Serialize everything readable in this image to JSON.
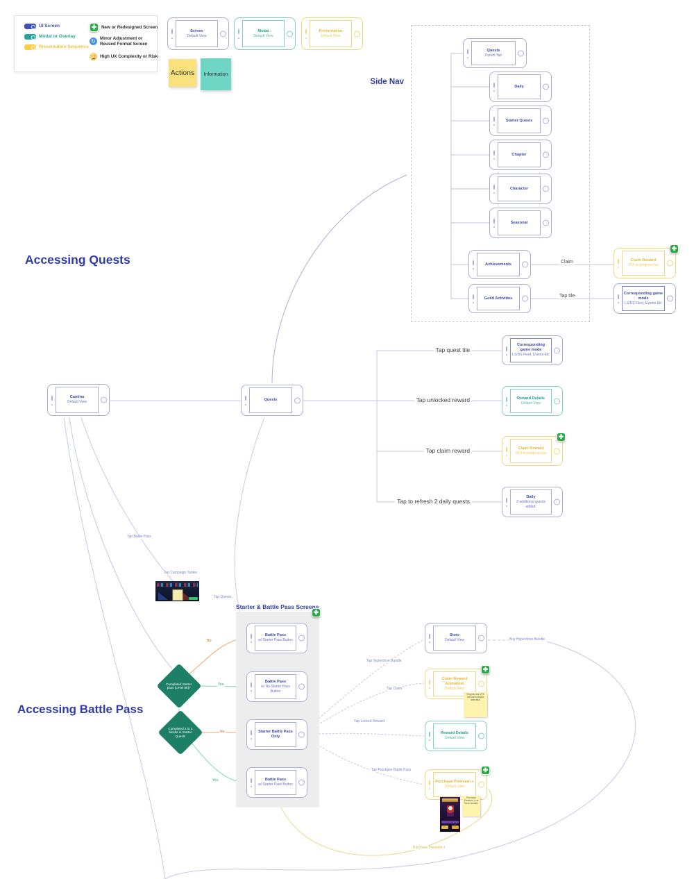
{
  "legend": {
    "ui_screen": "UI Screen",
    "modal_overlay": "Modal or Overlay",
    "presentation_sequence": "Presentation Sequence",
    "new_screen": "New or Redesigned Screen",
    "minor_adjustment": "Minor Adjustment or Reused Format Screen",
    "high_ux": "High UX Complexity or Risk"
  },
  "examples": {
    "screen": {
      "title": "Screen",
      "subtitle": "Default View"
    },
    "modal": {
      "title": "Modal",
      "subtitle": "Default View"
    },
    "presentation": {
      "title": "Presentation",
      "subtitle": "Default View"
    },
    "actions_sticky": "Actions",
    "information_sticky": "Information"
  },
  "titles": {
    "accessing_quests": "Accessing Quests",
    "accessing_battle_pass": "Accessing Battle Pass",
    "side_nav": "Side Nav",
    "battle_pass_panel": "Starter & Battle Pass Screens"
  },
  "side_nav": {
    "parent": {
      "title": "Quests",
      "subtitle": "Parent Tab"
    },
    "children": [
      "Daily",
      "Starter Quests",
      "Chapter",
      "Character",
      "Seasonal"
    ],
    "achievements": {
      "title": "Achievements"
    },
    "guild_activities": {
      "title": "Guild Activities"
    },
    "claim_label": "Claim",
    "tap_tile_label": "Tap tile",
    "claim_reward": {
      "title": "Claim Reward",
      "subtitle": "VFX to progress bar"
    },
    "game_mode": {
      "title": "Corresponding game mode",
      "subtitle": "LS/DS Fleet, Events Etc"
    }
  },
  "quest_flow": {
    "cantina": {
      "title": "Cantina",
      "subtitle": "Default View"
    },
    "quests": {
      "title": "Quests"
    },
    "branch_labels": [
      "Tap quest tile",
      "Tap unlocked reward",
      "Tap claim reward",
      "Tap to refresh 2 daily quests"
    ],
    "game_mode": {
      "title": "Corresponding game mode",
      "subtitle": "LS/DS Fleet, Events Etc"
    },
    "reward_details": {
      "title": "Reward Details",
      "subtitle": "Default View"
    },
    "claim_reward": {
      "title": "Claim Reward",
      "subtitle": "VFX to progress bar"
    },
    "daily": {
      "title": "Daily",
      "subtitle": "2 additional quests added."
    }
  },
  "battle_pass": {
    "edge_labels": {
      "tap_battle_pass": "Tap Battle Pass",
      "tap_campaign_tables": "Tap Campaign Tables",
      "tap_quests": "Tap Quests",
      "tap_hyperdrive_bundle": "Tap Hyperdrive Bundle",
      "tap_claim": "Tap Claim",
      "tap_locked_reward": "Tap Locked Reward",
      "tap_purchase_battle_pass": "Tap Purchase Battle Pass",
      "buy_hyperdrive_bundle": "Buy Hyperdrive Bundle",
      "purchase_premium": "Purchase Premium +",
      "yes": "Yes",
      "no": "No"
    },
    "decision_1": "Completed Starter pass (Level 85)?",
    "decision_2": "Completed 2 to 4 blocks in Starter Quests",
    "panel_screens": [
      {
        "title": "Battle Pass",
        "subtitle": "w/ Starter Pass Button"
      },
      {
        "title": "Battle Pass",
        "subtitle": "w/ No Starter Pass Button"
      },
      {
        "title": "Starter Battle Pass Only",
        "subtitle": ""
      },
      {
        "title": "Battle Pass",
        "subtitle": "w/ Starter Pass Button"
      }
    ],
    "store": {
      "title": "Store",
      "subtitle": "Default View"
    },
    "claim_reward_animation": {
      "title": "Claim Reward Animation",
      "subtitle": "Default View",
      "note": "Progress bar VFX and claim reward animation"
    },
    "reward_details": {
      "title": "Reward Details",
      "subtitle": "Default View"
    },
    "purchase_premium": {
      "title": "Purchase Premium +",
      "subtitle": "Default View",
      "note": "Purchase Premium + via Store bundles"
    }
  },
  "colors": {
    "ui": "#3949ab",
    "modal": "#26a69a",
    "presentation": "#e9bd2f",
    "new_badge": "#28a745",
    "decision": "#1d7f66",
    "yes": "#55b9a6",
    "no": "#e58f5a"
  }
}
